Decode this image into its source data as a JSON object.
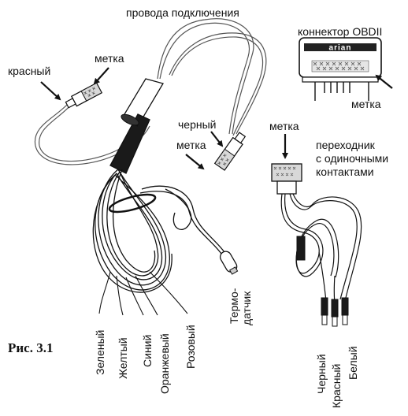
{
  "labels": {
    "connection_wires": "провода подключения",
    "obd_connector": "коннектор OBDII",
    "red": "красный",
    "mark_top_left": "метка",
    "black": "черный",
    "mark_middle": "метка",
    "mark_obd": "метка",
    "mark_adapter": "метка",
    "adapter_line1": "переходник",
    "adapter_line2": "с одиночными",
    "adapter_line3": "контактами"
  },
  "wire_labels": {
    "green": "Зеленый",
    "yellow": "Желтый",
    "blue": "Синий",
    "orange": "Оранжевый",
    "pink": "Розовый",
    "thermo_line1": "Термо-",
    "thermo_line2": "датчик"
  },
  "adapter_wires": {
    "black": "Черный",
    "red": "Красный",
    "white": "Белый"
  },
  "caption": "Рис. 3.1",
  "logo_text": "arian"
}
